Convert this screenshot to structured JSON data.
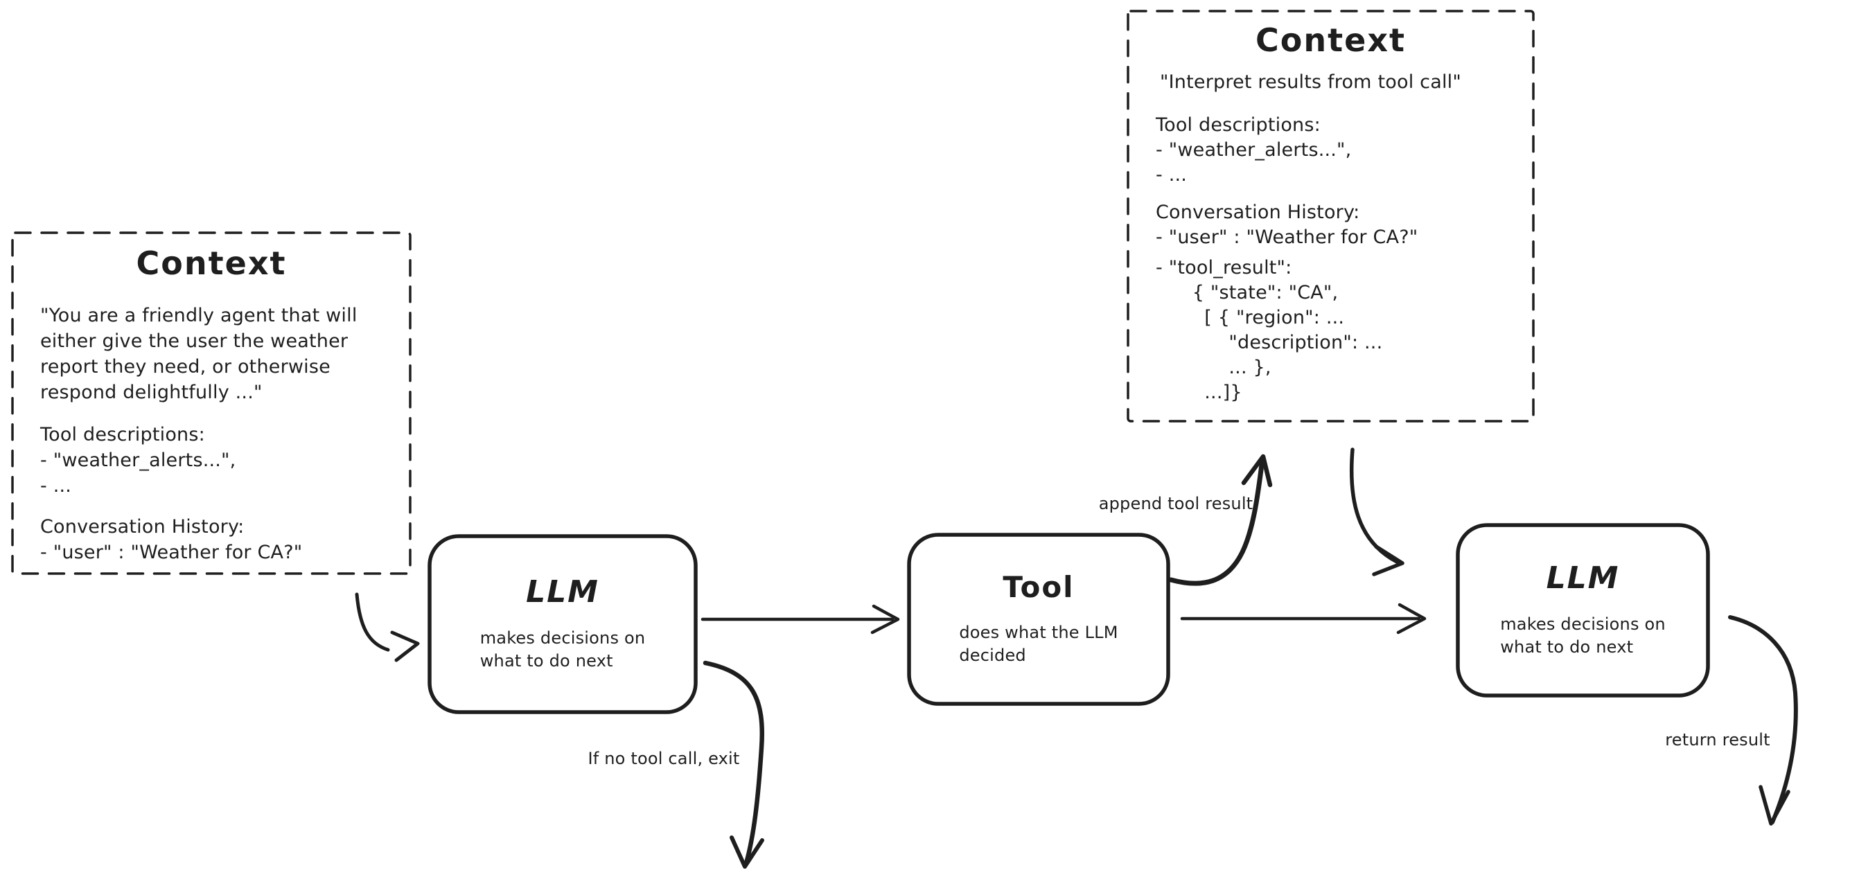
{
  "colors": {
    "ink": "#1e1e1e",
    "background": "#ffffff"
  },
  "context_left": {
    "title": "Context",
    "system_prompt": "\"You are a friendly agent that will\neither give the user the weather\nreport they need, or otherwise\nrespond delightfully ...\"",
    "tool_descriptions": "Tool descriptions:\n- \"weather_alerts...\",\n- ...",
    "conversation_history": "Conversation History:\n- \"user\" : \"Weather for CA?\""
  },
  "context_top": {
    "title": "Context",
    "instruction": "\"Interpret results from tool call\"",
    "tool_descriptions": "Tool descriptions:\n- \"weather_alerts...\",\n- ...",
    "conversation_history": "Conversation History:\n- \"user\" : \"Weather for CA?\"",
    "tool_result": "- \"tool_result\":\n      { \"state\": \"CA\",\n        [ { \"region\": ...\n            \"description\": ...\n            ... },\n        ...]}"
  },
  "nodes": {
    "llm_1": {
      "title": "LLM",
      "subtitle": "makes decisions on\nwhat to do next"
    },
    "tool": {
      "title": "Tool",
      "subtitle": "does what the LLM\ndecided"
    },
    "llm_2": {
      "title": "LLM",
      "subtitle": "makes decisions on\nwhat to do next"
    }
  },
  "labels": {
    "append_tool_result": "append tool result",
    "if_no_tool_call": "If no tool call, exit",
    "return_result": "return result"
  }
}
